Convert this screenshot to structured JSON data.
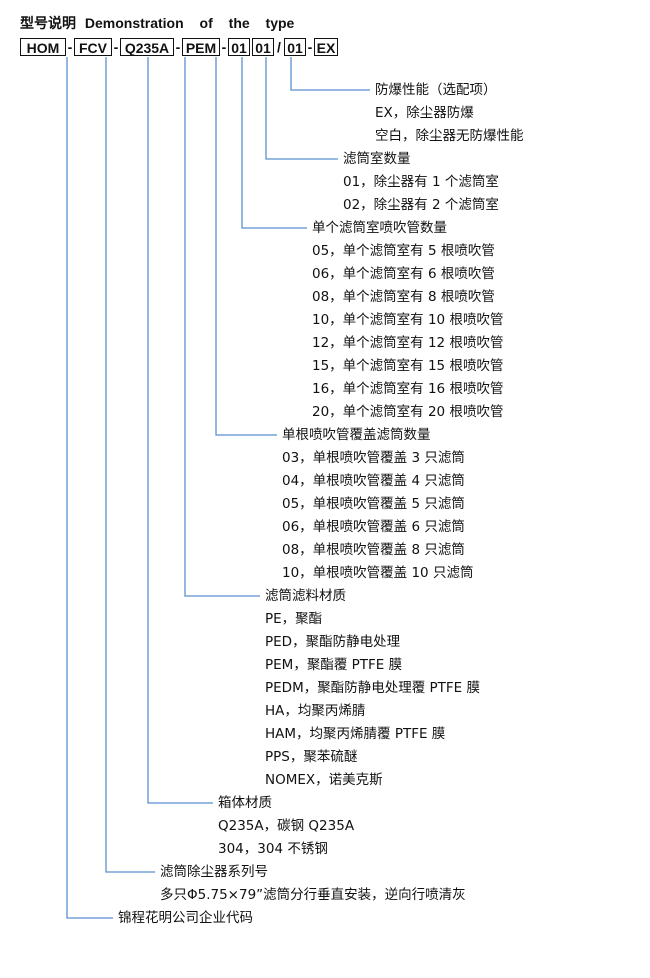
{
  "title": {
    "zh": "型号说明",
    "en": "Demonstration of the type"
  },
  "code": {
    "segments": [
      "HOM",
      "FCV",
      "Q235A",
      "PEM",
      "01",
      "01",
      "01",
      "EX"
    ],
    "separators": [
      "-",
      "-",
      "-",
      "-",
      "",
      "/",
      "-"
    ]
  },
  "groups": [
    {
      "heading": "防爆性能（选配项）",
      "items": [
        "EX，除尘器防爆",
        "空白，除尘器无防爆性能"
      ]
    },
    {
      "heading": "滤筒室数量",
      "items": [
        "01，除尘器有 1 个滤筒室",
        "02，除尘器有 2 个滤筒室"
      ]
    },
    {
      "heading": "单个滤筒室喷吹管数量",
      "items": [
        "05，单个滤筒室有 5 根喷吹管",
        "06，单个滤筒室有 6 根喷吹管",
        "08，单个滤筒室有 8 根喷吹管",
        "10，单个滤筒室有 10 根喷吹管",
        "12，单个滤筒室有 12 根喷吹管",
        "15，单个滤筒室有 15 根喷吹管",
        "16，单个滤筒室有 16 根喷吹管",
        "20，单个滤筒室有 20 根喷吹管"
      ]
    },
    {
      "heading": "单根喷吹管覆盖滤筒数量",
      "items": [
        "03，单根喷吹管覆盖 3 只滤筒",
        "04，单根喷吹管覆盖 4 只滤筒",
        "05，单根喷吹管覆盖 5 只滤筒",
        "06，单根喷吹管覆盖 6 只滤筒",
        "08，单根喷吹管覆盖 8 只滤筒",
        "10，单根喷吹管覆盖 10 只滤筒"
      ]
    },
    {
      "heading": "滤筒滤料材质",
      "items": [
        "PE，聚酯",
        "PED，聚酯防静电处理",
        "PEM，聚酯覆 PTFE 膜",
        "PEDM，聚酯防静电处理覆 PTFE 膜",
        "HA，均聚丙烯腈",
        "HAM，均聚丙烯腈覆 PTFE 膜",
        "PPS，聚苯硫醚",
        "NOMEX，诺美克斯"
      ]
    },
    {
      "heading": "箱体材质",
      "items": [
        "Q235A，碳钢 Q235A",
        "304，304 不锈钢"
      ]
    },
    {
      "heading": "滤筒除尘器系列号",
      "items": [
        "多只Φ5.75×79”滤筒分行垂直安装，逆向行喷清灰"
      ]
    },
    {
      "heading": "锦程花明公司企业代码",
      "items": []
    }
  ],
  "line_color": "#5b8fd0"
}
